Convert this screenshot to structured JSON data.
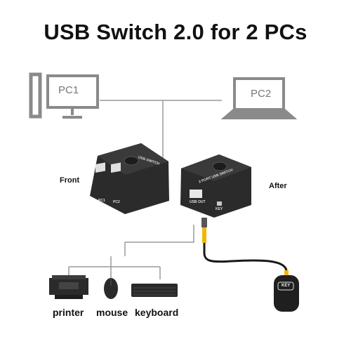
{
  "title": "USB Switch 2.0 for 2 PCs",
  "pc1_label": "PC1",
  "pc2_label": "PC2",
  "front_label": "Front",
  "after_label": "After",
  "device_front_print": "USB SWITCH",
  "device_front_port1": "PC1",
  "device_front_port2": "PC2",
  "device_back_print": "2 PORT USB SWITCH",
  "device_back_port1": "USB OUT",
  "device_back_port2": "KEY",
  "remote_label": "KEY",
  "peripherals": {
    "printer": "printer",
    "mouse": "mouse",
    "keyboard": "keyboard"
  },
  "colors": {
    "line": "#9a9a9a",
    "device": "#2a2a2a",
    "cable_yellow": "#f2b705",
    "cable_black": "#1a1a1a"
  }
}
